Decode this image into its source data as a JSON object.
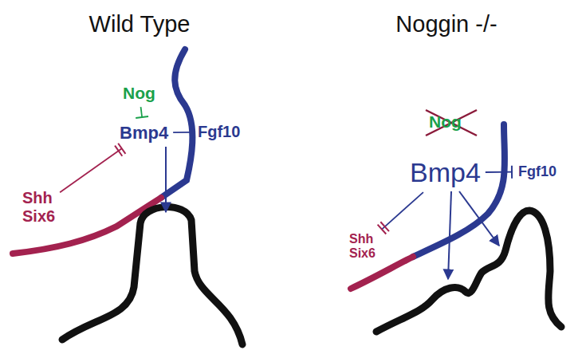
{
  "diagram": {
    "nodes": [
      {
        "text": [
          "Nog"
        ]
      },
      {
        "text": [
          "Bmp4"
        ]
      },
      {
        "text": [
          "Fgf10"
        ]
      },
      {
        "text": [
          "Shh Six6"
        ]
      },
      {
        "text": [
          "Nog"
        ]
      },
      {
        "text": [
          "Bmp4"
        ]
      },
      {
        "text": [
          "Fgf10"
        ]
      },
      {
        "text": [
          "Shh Six6"
        ]
      }
    ],
    "edges": [
      {
        "from": 0,
        "to": 1,
        "arrow": "to"
      },
      {
        "from": 1,
        "to": 2,
        "arrow": "to"
      },
      {
        "from": 3,
        "to": 1,
        "arrow": "to"
      },
      {
        "from": 5,
        "to": 6,
        "arrow": "to"
      },
      {
        "from": 5,
        "to": 7,
        "arrow": "to"
      }
    ],
    "labels": [
      "Wild Type",
      "Noggin -/-"
    ]
  }
}
